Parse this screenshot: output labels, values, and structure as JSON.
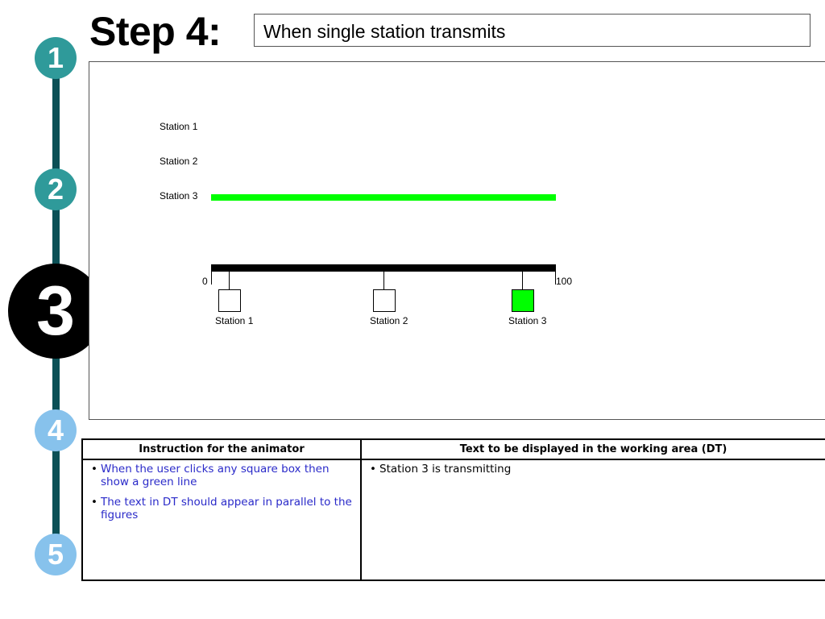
{
  "header": {
    "step_title": "Step 4:",
    "step_description": "When single station transmits"
  },
  "progress": {
    "steps": [
      {
        "number": "1",
        "state": "done"
      },
      {
        "number": "2",
        "state": "done"
      },
      {
        "number": "3",
        "state": "current"
      },
      {
        "number": "4",
        "state": "upcoming"
      },
      {
        "number": "5",
        "state": "upcoming"
      }
    ],
    "colors": {
      "done": "#2f9a9a",
      "current": "#000000",
      "upcoming": "#87c2ec",
      "rail": "#0b5056"
    }
  },
  "diagram": {
    "timeline_labels": [
      "Station 1",
      "Station 2",
      "Station 3"
    ],
    "active_timeline": "Station 3",
    "bus": {
      "start_label": "0",
      "end_label": "100"
    },
    "stations": [
      {
        "label": "Station 1",
        "active": false
      },
      {
        "label": "Station 2",
        "active": false
      },
      {
        "label": "Station 3",
        "active": true
      }
    ],
    "colors": {
      "active": "#00ff00",
      "bus": "#000000",
      "inactive_fill": "#ffffff"
    }
  },
  "table": {
    "headers": {
      "instruction": "Instruction for the animator",
      "display": "Text to be displayed in the working area (DT)"
    },
    "instructions": [
      "When the user clicks any square box then show  a green line",
      "The text in DT should appear in parallel to the figures"
    ],
    "display_text": [
      "Station 3 is transmitting"
    ],
    "colors": {
      "instruction_text": "#2a2ac9"
    }
  }
}
